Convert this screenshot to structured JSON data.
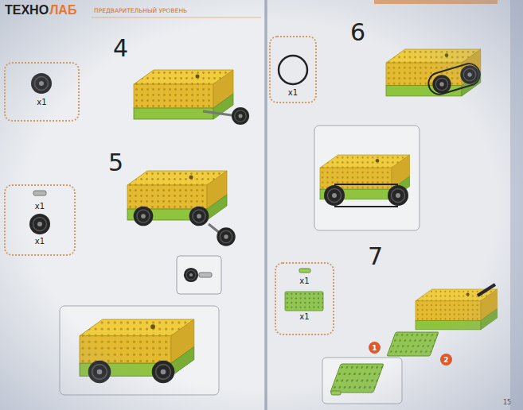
{
  "diagram": {
    "nodes": [
      {
        "text": [
          "x1"
        ]
      },
      {
        "text": [
          "x1",
          "x1"
        ]
      },
      {
        "text": [
          "x1"
        ]
      },
      {
        "text": [
          "x1",
          "x1"
        ]
      },
      {
        "text": [
          "1"
        ]
      },
      {
        "text": [
          "2"
        ]
      }
    ],
    "labels": [
      "ТЕХНО",
      "ЛАБ",
      "ПРЕДВАРИТЕЛЬНЫЙ УРОВЕНЬ",
      "4",
      "5",
      "6",
      "7",
      "15"
    ]
  }
}
